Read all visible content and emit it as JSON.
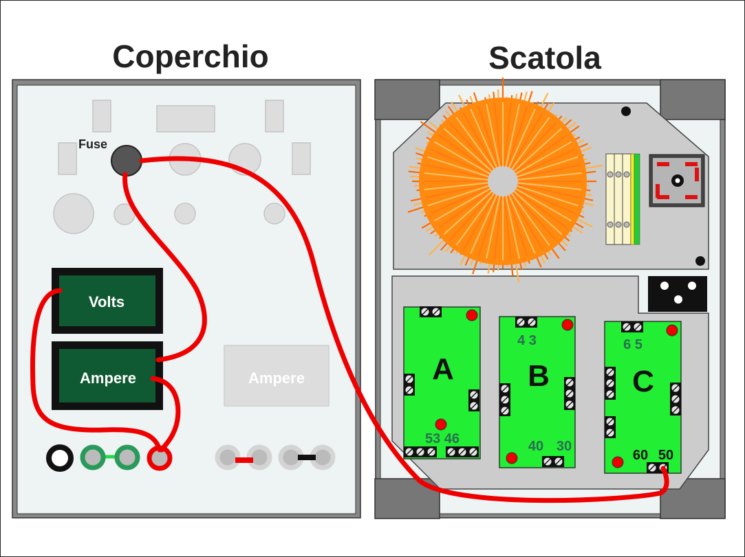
{
  "titles": {
    "lid": "Coperchio",
    "box": "Scatola"
  },
  "lid": {
    "fuse_label": "Fuse",
    "meter_volts": "Volts",
    "meter_ampere": "Ampere",
    "meter_ampere_ghost": "Ampere"
  },
  "boards": {
    "a": {
      "letter": "A",
      "terminal_numbers": "53 46"
    },
    "b": {
      "letter": "B",
      "top_numbers": "4 3",
      "bottom_left": "40",
      "bottom_right": "30"
    },
    "c": {
      "letter": "C",
      "top_numbers": "6 5",
      "bottom_left": "60",
      "bottom_right": "50"
    }
  },
  "colors": {
    "wire": "#ee0000",
    "meter": "#0f5a32",
    "pcb": "#22ee33",
    "toroid": "#ff6a00",
    "panel": "#eef3f3",
    "plate": "#cccccc"
  }
}
